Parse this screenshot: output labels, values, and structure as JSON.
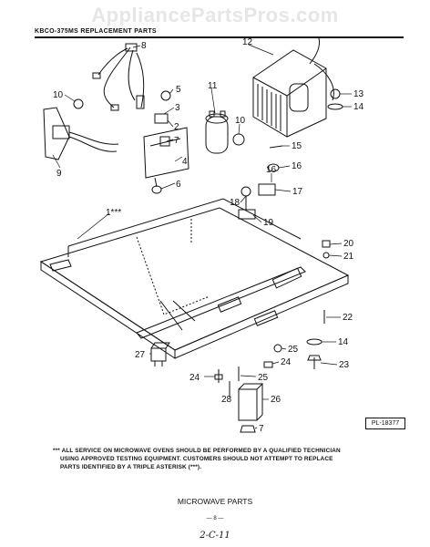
{
  "watermark": "AppliancePartsPros.com",
  "header": "KBCO-375MS REPLACEMENT PARTS",
  "callouts": [
    "8",
    "3",
    "5",
    "2",
    "7",
    "4",
    "6",
    "9",
    "10",
    "11",
    "10",
    "12",
    "13",
    "14",
    "15",
    "16",
    "16",
    "17",
    "18",
    "19",
    "1***",
    "20",
    "21",
    "22",
    "14",
    "23",
    "25",
    "24",
    "25",
    "24",
    "27",
    "28",
    "26",
    "7"
  ],
  "ref_code": "PL-18377",
  "note_lines": [
    "*** ALL SERVICE ON MICROWAVE OVENS SHOULD BE PERFORMED BY A QUALIFIED TECHNICIAN",
    "USING APPROVED TESTING EQUIPMENT. CUSTOMERS SHOULD NOT ATTEMPT TO REPLACE",
    "PARTS IDENTIFIED BY A TRIPLE ASTERISK (***)."
  ],
  "section_title": "MICROWAVE PARTS",
  "page_number": "— 8 —",
  "handwritten": "2-C-11"
}
